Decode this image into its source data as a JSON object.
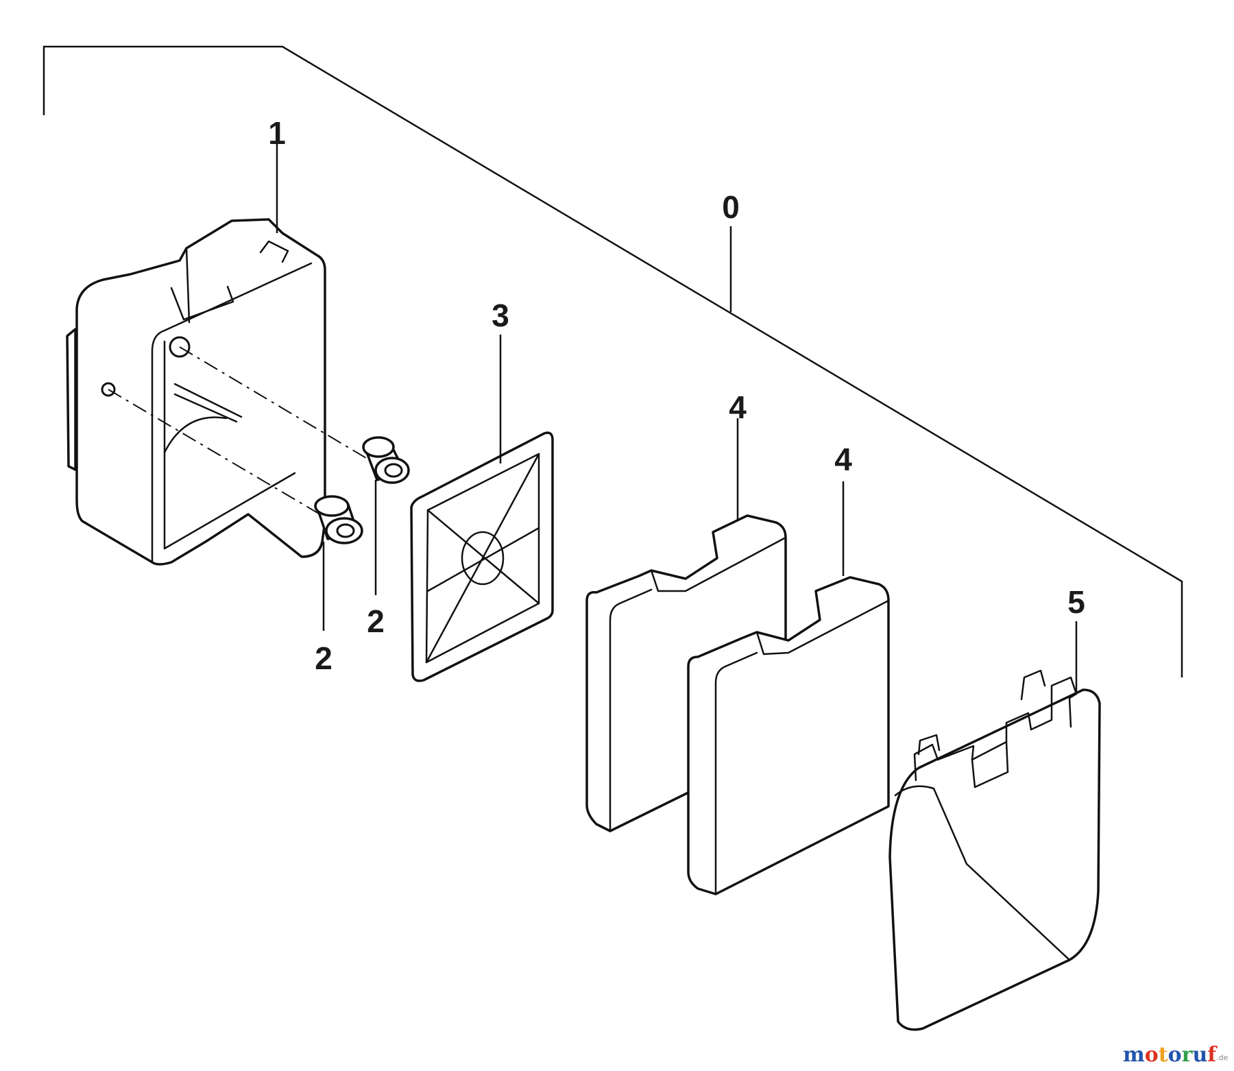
{
  "callouts": {
    "assembly": "0",
    "air_filter_case": "1",
    "collar_a": "2",
    "collar_b": "2",
    "filter_grid": "3",
    "element_a": "4",
    "element_b": "4",
    "filter_cover": "5"
  },
  "watermark": {
    "letters": [
      "m",
      "o",
      "t",
      "o",
      "r",
      "u",
      "f"
    ],
    "letter_colors": [
      "#2255aa",
      "#dd3322",
      "#f0a020",
      "#2255aa",
      "#33a04a",
      "#2255aa",
      "#dd3322"
    ],
    "suffix": ".de"
  },
  "line_color": "#111111"
}
